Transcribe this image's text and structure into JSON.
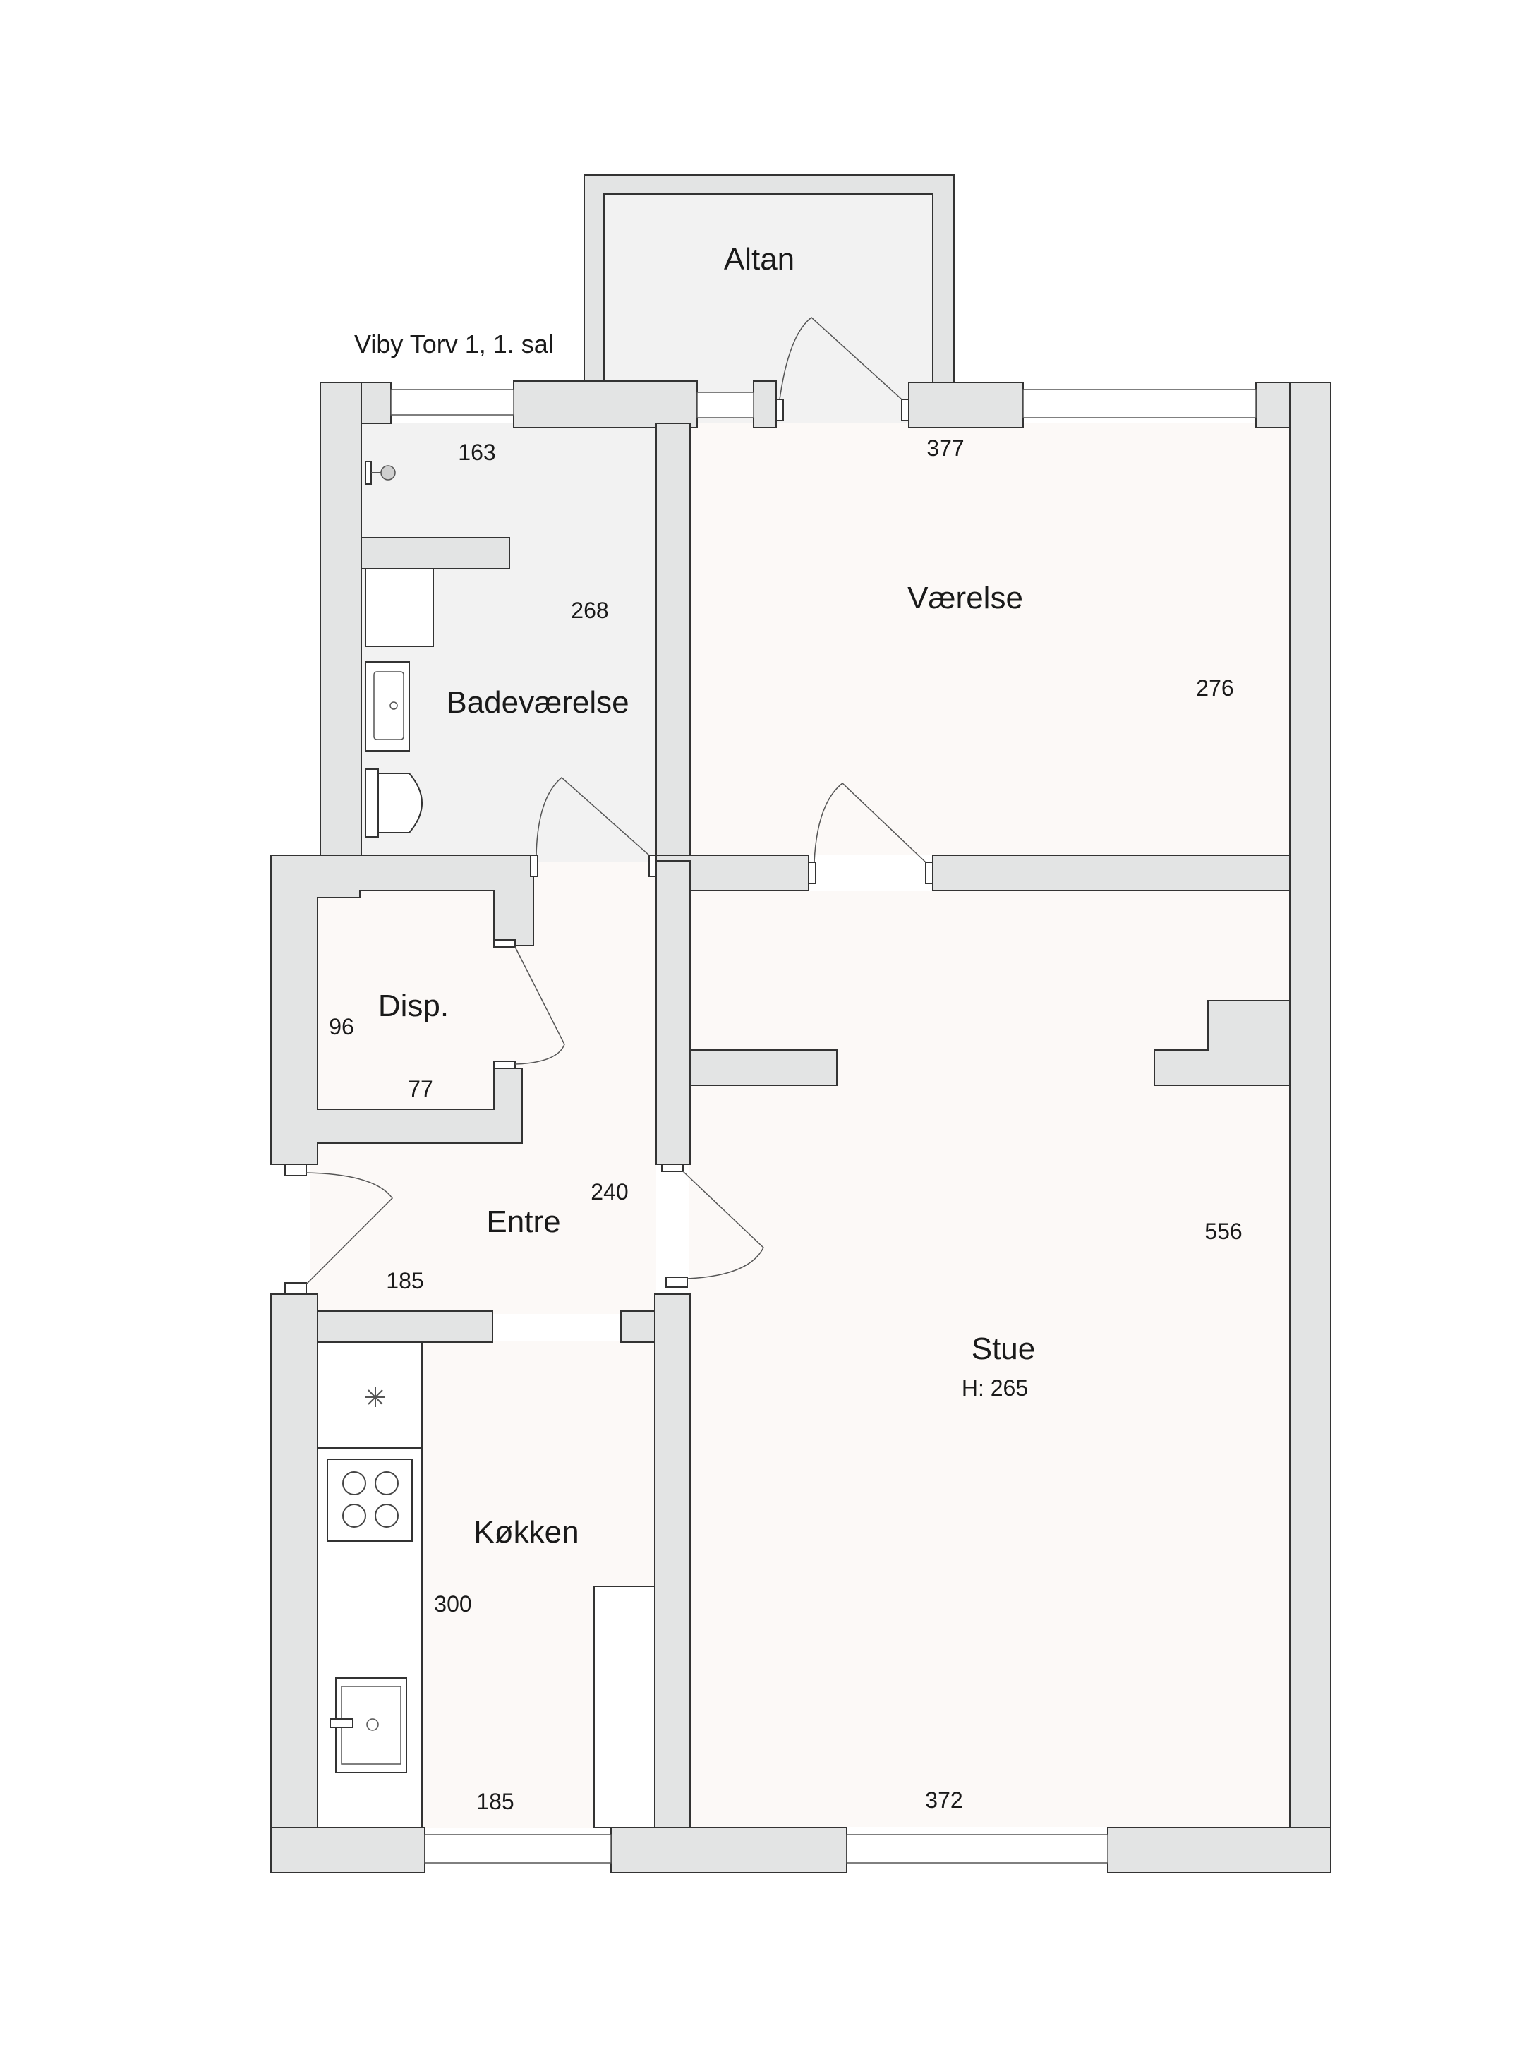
{
  "address": "Viby Torv 1, 1. sal",
  "rooms": {
    "altan": {
      "name": "Altan"
    },
    "badevaerelse": {
      "name": "Badeværelse",
      "dims": [
        "163",
        "268"
      ]
    },
    "vaerelse": {
      "name": "Værelse",
      "dims": [
        "377",
        "276"
      ]
    },
    "disp": {
      "name": "Disp.",
      "dims": [
        "96",
        "77"
      ]
    },
    "entre": {
      "name": "Entre",
      "dims": [
        "240",
        "185"
      ]
    },
    "kokken": {
      "name": "Køkken",
      "dims": [
        "300",
        "185"
      ]
    },
    "stue": {
      "name": "Stue",
      "height": "H: 265",
      "dims": [
        "556",
        "372"
      ]
    }
  },
  "colors": {
    "wall": "#e3e4e4",
    "outline": "#333333",
    "floor_living": "#fcf9f7",
    "floor_wet": "#f2f2f2"
  }
}
